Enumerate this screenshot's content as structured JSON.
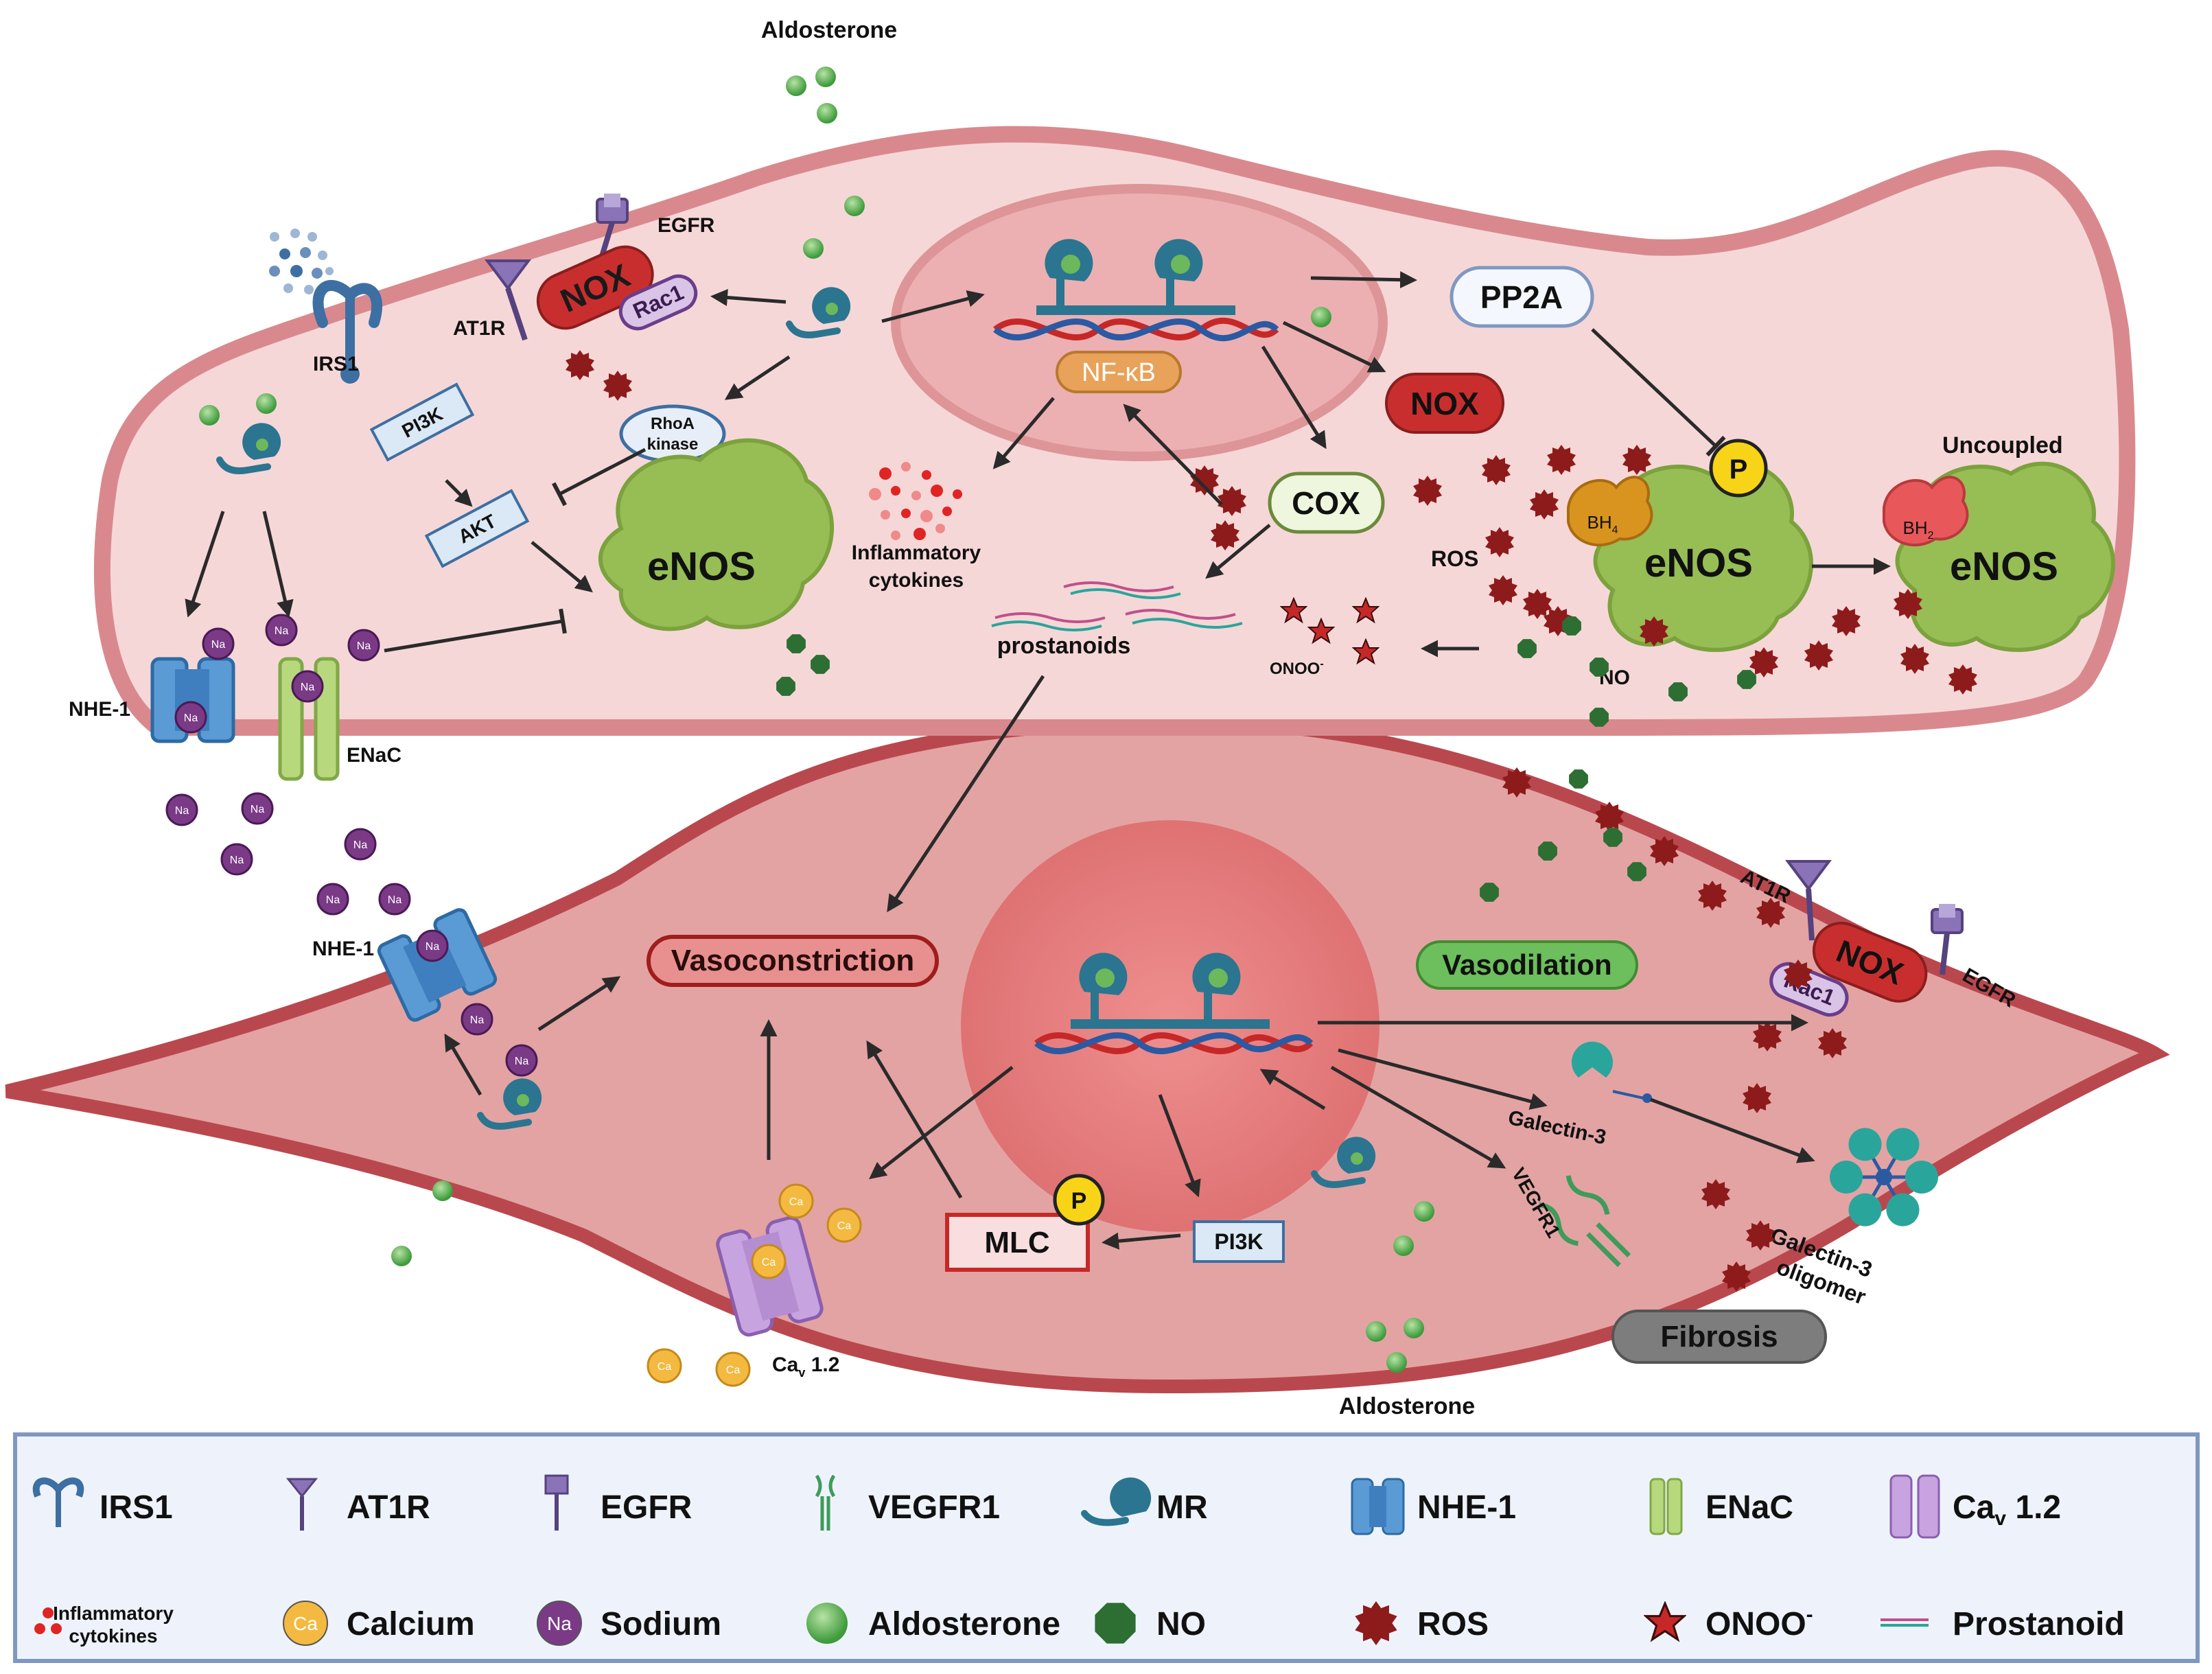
{
  "labels": {
    "aldosterone_top": "Aldosterone",
    "aldosterone_bottom": "Aldosterone",
    "egfr_ec": "EGFR",
    "at1r_ec": "AT1R",
    "irs1": "IRS1",
    "nox_membrane_ec": "NOX",
    "rac1_ec": "Rac1",
    "pi3k_ec": "PI3K",
    "akt": "AKT",
    "rhoa_line1": "RhoA",
    "rhoa_line2": "kinase",
    "enos_ec": "eNOS",
    "nfkb": "NF-κB",
    "pp2a": "PP2A",
    "nox_ec": "NOX",
    "cox": "COX",
    "inflam_line1": "Inflammatory",
    "inflam_line2": "cytokines",
    "prostanoids": "prostanoids",
    "ros": "ROS",
    "onoo": "ONOO",
    "onoo_sup": "-",
    "no_ec": "NO",
    "uncoupled": "Uncoupled",
    "bh4": "BH",
    "bh4_sub": "4",
    "bh2": "BH",
    "bh2_sub": "2",
    "enos_mid": "eNOS",
    "enos_uncoupled": "eNOS",
    "p_enos": "P",
    "nhe1_ec": "NHE-1",
    "enac": "ENaC",
    "nhe1_vsmc": "NHE-1",
    "vasoconstriction": "Vasoconstriction",
    "vasodilation": "Vasodilation",
    "at1r_vsmc": "AT1R",
    "nox_vsmc": "NOX",
    "rac1_vsmc": "Rac1",
    "egfr_vsmc": "EGFR",
    "galectin3": "Galectin-3",
    "vegfr1": "VEGFR1",
    "galectin3_oligomer_line1": "Galectin-3",
    "galectin3_oligomer_line2": "oligomer",
    "fibrosis": "Fibrosis",
    "mlc": "MLC",
    "p_mlc": "P",
    "pi3k_vsmc": "PI3K",
    "cav12": "Ca",
    "cav12_sub": "v",
    "cav12_rest": " 1.2",
    "na": "Na",
    "ca": "Ca"
  },
  "legend": {
    "items": [
      {
        "icon": "irs1-icon",
        "label": "IRS1"
      },
      {
        "icon": "at1r-icon",
        "label": "AT1R"
      },
      {
        "icon": "egfr-icon",
        "label": "EGFR"
      },
      {
        "icon": "vegfr1-icon",
        "label": "VEGFR1"
      },
      {
        "icon": "mr-icon",
        "label": "MR"
      },
      {
        "icon": "nhe1-icon",
        "label": "NHE-1"
      },
      {
        "icon": "enac-icon",
        "label": "ENaC"
      },
      {
        "icon": "cav12-icon",
        "label": "Ca",
        "sub": "v",
        "rest": " 1.2"
      },
      {
        "icon": "inflammatory-cytokines-icon",
        "label": "Inflammatory",
        "label2": "cytokines"
      },
      {
        "icon": "calcium-icon",
        "label": "Calcium",
        "badge": "Ca"
      },
      {
        "icon": "sodium-icon",
        "label": "Sodium",
        "badge": "Na"
      },
      {
        "icon": "aldosterone-icon",
        "label": "Aldosterone"
      },
      {
        "icon": "no-icon",
        "label": "NO"
      },
      {
        "icon": "ros-icon",
        "label": "ROS"
      },
      {
        "icon": "onoo-icon",
        "label": "ONOO",
        "sup": "-"
      },
      {
        "icon": "prostanoid-icon",
        "label": "Prostanoid"
      }
    ]
  },
  "colors": {
    "ec_fill": "#f6d7d7",
    "ec_border": "#d9898d",
    "vsmc_fill": "#e3a3a3",
    "vsmc_border": "#b9484e",
    "nucleus_ec": "#ecb0b2",
    "nucleus_vsmc": "#e07a7c",
    "enos": "#97bd55",
    "ros": "#8e1b1b",
    "no": "#2d6e33",
    "aldosterone": "#6cb85c",
    "sodium": "#7a3a86",
    "calcium": "#f4b940",
    "nox": "#c92e2e",
    "mr": "#2b7590",
    "legend_border": "#7f98c2",
    "legend_bg": "#eef3fb"
  }
}
